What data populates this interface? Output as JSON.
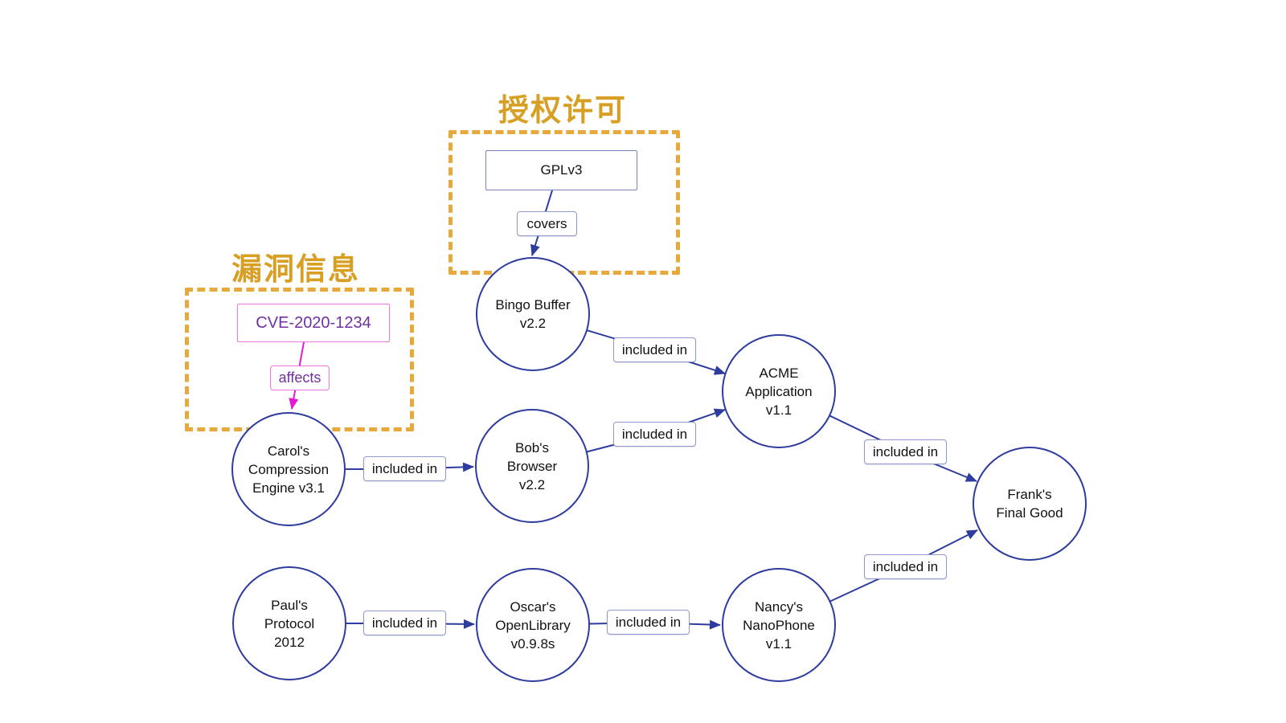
{
  "groups": {
    "license": {
      "title": "授权许可"
    },
    "vulnerability": {
      "title": "漏洞信息"
    }
  },
  "entities": {
    "license": {
      "label": "GPLv3"
    },
    "vulnerability": {
      "label": "CVE-2020-1234"
    }
  },
  "nodes": {
    "bingo": {
      "line1": "Bingo Buffer",
      "line2": "v2.2"
    },
    "acme": {
      "line1": "ACME",
      "line2": "Application",
      "line3": "v1.1"
    },
    "carol": {
      "line1": "Carol's",
      "line2": "Compression",
      "line3": "Engine v3.1"
    },
    "bob": {
      "line1": "Bob's",
      "line2": "Browser",
      "line3": "v2.2"
    },
    "frank": {
      "line1": "Frank's",
      "line2": "Final Good"
    },
    "paul": {
      "line1": "Paul's",
      "line2": "Protocol",
      "line3": "2012"
    },
    "oscar": {
      "line1": "Oscar's",
      "line2": "OpenLibrary",
      "line3": "v0.9.8s"
    },
    "nancy": {
      "line1": "Nancy's",
      "line2": "NanoPhone",
      "line3": "v1.1"
    }
  },
  "edges": [
    {
      "from": "GPLv3",
      "to": "Bingo Buffer v2.2",
      "label": "covers"
    },
    {
      "from": "CVE-2020-1234",
      "to": "Carol's Compression Engine v3.1",
      "label": "affects"
    },
    {
      "from": "Bingo Buffer v2.2",
      "to": "ACME Application v1.1",
      "label": "included in"
    },
    {
      "from": "Bob's Browser v2.2",
      "to": "ACME Application v1.1",
      "label": "included in"
    },
    {
      "from": "Carol's Compression Engine v3.1",
      "to": "Bob's Browser v2.2",
      "label": "included in"
    },
    {
      "from": "ACME Application v1.1",
      "to": "Frank's Final Good",
      "label": "included in"
    },
    {
      "from": "Nancy's NanoPhone v1.1",
      "to": "Frank's Final Good",
      "label": "included in"
    },
    {
      "from": "Paul's Protocol 2012",
      "to": "Oscar's OpenLibrary v0.9.8s",
      "label": "included in"
    },
    {
      "from": "Oscar's OpenLibrary v0.9.8s",
      "to": "Nancy's NanoPhone v1.1",
      "label": "included in"
    }
  ],
  "colors": {
    "node_stroke": "#2E3C9E",
    "edge": "#2E3C9E",
    "edge_label_border": "#9099CC",
    "group_border": "#E8A93C",
    "group_title": "#D7A024",
    "vulnerability_edge": "#E517D8",
    "vulnerability_border": "#F175DC",
    "vulnerability_text": "#7030A0"
  }
}
